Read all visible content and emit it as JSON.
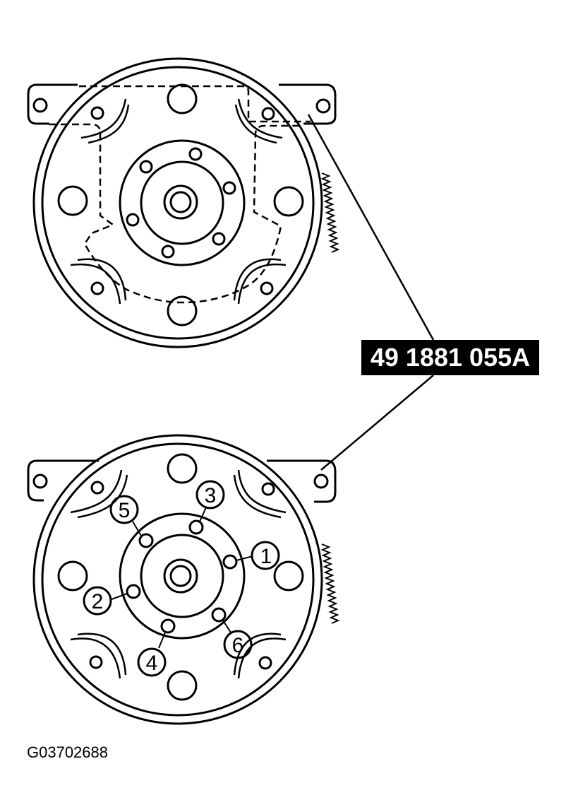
{
  "tool_callout": {
    "part_number": "49 1881 055A"
  },
  "figure_id": "G03702688",
  "bolt_sequence": [
    {
      "label": "1"
    },
    {
      "label": "2"
    },
    {
      "label": "3"
    },
    {
      "label": "4"
    },
    {
      "label": "5"
    },
    {
      "label": "6"
    }
  ],
  "colors": {
    "ink": "#000000",
    "paper": "#ffffff"
  }
}
